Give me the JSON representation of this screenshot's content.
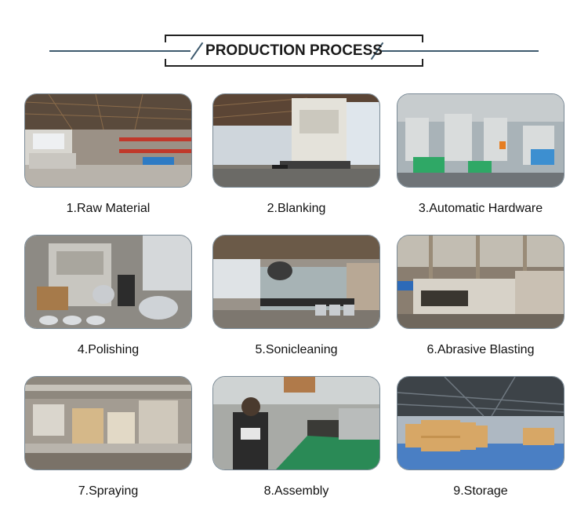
{
  "title": "PRODUCTION PROCESS",
  "steps": [
    {
      "label": "1.Raw Material",
      "scene": "warehouse-racks"
    },
    {
      "label": "2.Blanking",
      "scene": "press-machine"
    },
    {
      "label": "3.Automatic Hardware",
      "scene": "machine-line"
    },
    {
      "label": "4.Polishing",
      "scene": "polishing-station"
    },
    {
      "label": "5.Sonicleaning",
      "scene": "cleaning-line"
    },
    {
      "label": "6.Abrasive Blasting",
      "scene": "blasting-machine"
    },
    {
      "label": "7.Spraying",
      "scene": "spray-booth"
    },
    {
      "label": "8.Assembly",
      "scene": "assembly-line"
    },
    {
      "label": "9.Storage",
      "scene": "boxes-storage"
    }
  ]
}
